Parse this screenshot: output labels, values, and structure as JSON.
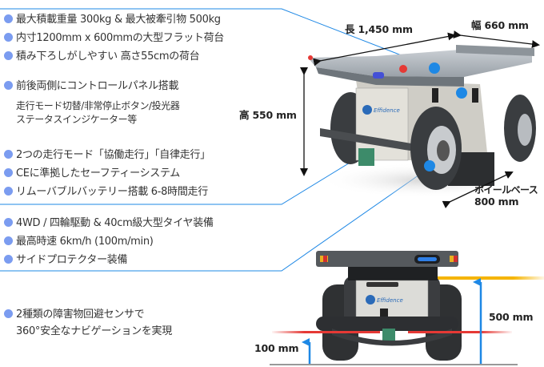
{
  "features": [
    {
      "label": "最大積載重量 300kg & 最大被牽引物 500kg"
    },
    {
      "label": "内寸1200mm x 600mmの大型フラット荷台"
    },
    {
      "label": "積み下ろしがしやすい 高さ55cmの荷台"
    },
    {
      "label": "前後両側にコントロールパネル搭載"
    },
    {
      "label": "2つの走行モード「協働走行」「自律走行」"
    },
    {
      "label": "CEに準拠したセーフティーシステム"
    },
    {
      "label": "リムーバブルバッテリー搭載 6-8時間走行"
    },
    {
      "label": "4WD / 四輪駆動 & 40cm級大型タイヤ装備"
    },
    {
      "label": "最高時速 6km/h (100m/min)"
    },
    {
      "label": "サイドプロテクター装備"
    },
    {
      "label": "2種類の障害物回避センサで"
    }
  ],
  "sub_lines": [
    "走行モード切替/非常停止ボタン/投光器",
    "ステータスインジケーター等",
    "360°安全なナビゲーションを実現"
  ],
  "dimensions": {
    "length": "長 1,450 mm",
    "width": "幅 660 mm",
    "height": "高 550 mm",
    "wheelbase_label": "ホイールベース",
    "wheelbase_value": "800 mm",
    "sensor_high": "500 mm",
    "sensor_low": "100 mm"
  },
  "brand": "Effidence",
  "colors": {
    "accent_blue": "#1e88e5",
    "bullet": "#7b9cf0",
    "sensor_yellow": "#f5b400",
    "sensor_red": "#e53935",
    "arrow_blue": "#1e88e5"
  }
}
